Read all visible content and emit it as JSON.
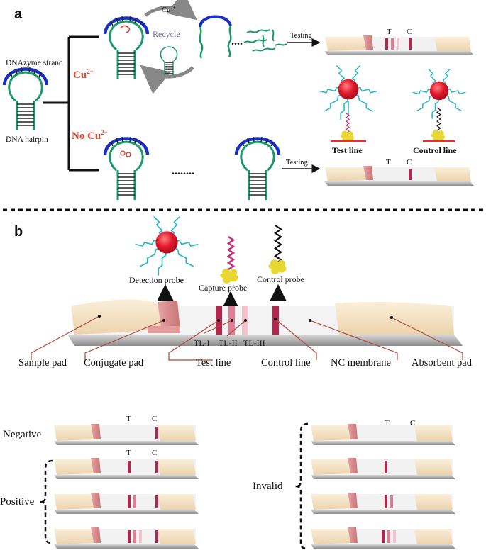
{
  "panel_a": {
    "label": "a",
    "dnazyme_label": "DNAzyme strand",
    "hairpin_label": "DNA hairpin",
    "cu_branch": "Cu",
    "cu_sup": "2+",
    "nocu_branch": "No Cu",
    "nocu_sup": "2+",
    "cu_arrow": "Cu",
    "cu_arrow_sup": "2+",
    "recycle": "Recycle",
    "testing_top": "Testing",
    "testing_bottom": "Testing",
    "strip_top_T": "T",
    "strip_top_C": "C",
    "strip_bottom_T": "T",
    "strip_bottom_C": "C",
    "test_line": "Test line",
    "control_line": "Control line",
    "dots_top": "....",
    "dots_bottom": "........"
  },
  "panel_b": {
    "label": "b",
    "detection_probe": "Detection probe",
    "capture_probe": "Capture probe",
    "control_probe": "Control probe",
    "tl1": "TL-I",
    "tl2": "TL-II",
    "tl3": "TL-III",
    "sample_pad": "Sample pad",
    "conjugate_pad": "Conjugate pad",
    "test_line": "Test line",
    "control_line": "Control line",
    "nc_membrane": "NC membrane",
    "absorbent_pad": "Absorbent pad"
  },
  "results": {
    "negative": "Negative",
    "positive": "Positive",
    "invalid": "Invalid",
    "neg_T": "T",
    "neg_C": "C",
    "pos_T": "T",
    "pos_C": "C",
    "inv_T": "T",
    "inv_C": "C"
  },
  "colors": {
    "dnazyme": "#1a2fc4",
    "hairpin": "#1a9a6a",
    "label_red": "#e0462e",
    "pad": "#f7e3c6",
    "conjugate": "#d98a8a",
    "line_dark": "#b2274c",
    "line_mid": "#e07d95",
    "line_light": "#f2c3cf",
    "gold": "#d32638"
  }
}
